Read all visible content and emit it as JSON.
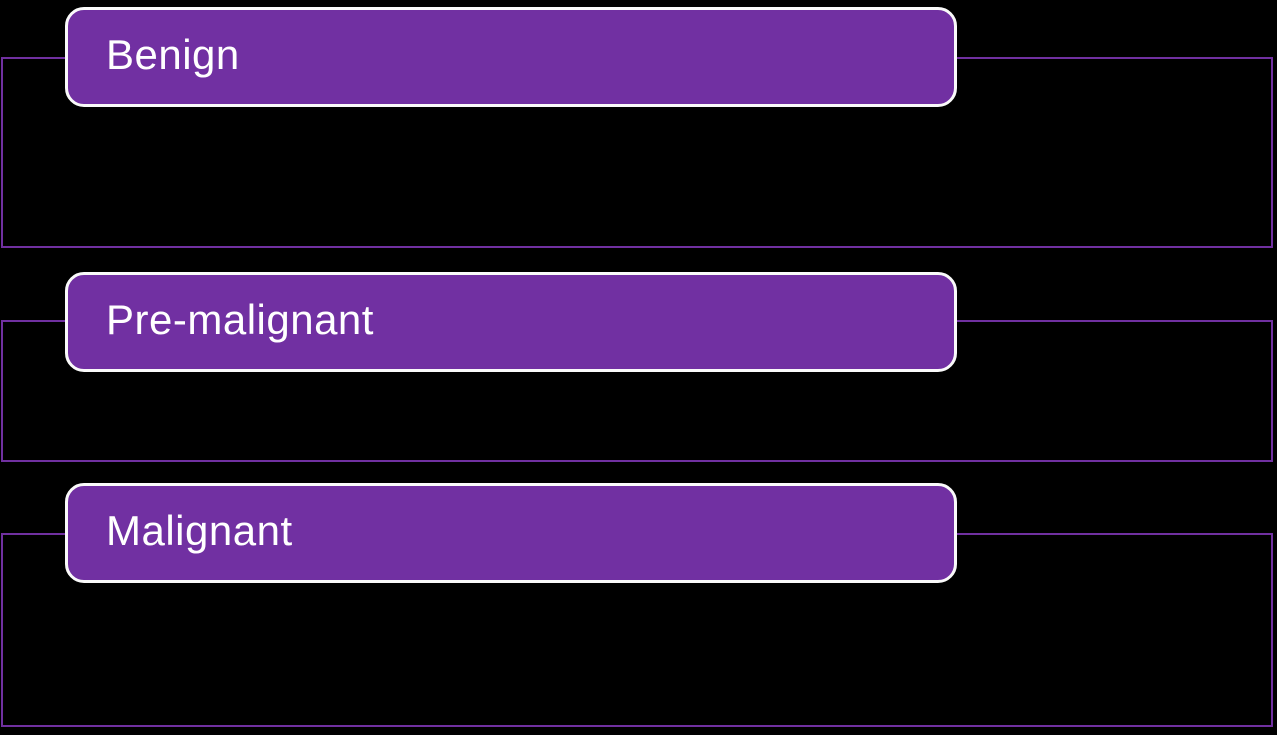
{
  "diagram": {
    "type": "vertical-box-list",
    "colors": {
      "background": "#000000",
      "accent_fill": "#7130A2",
      "outline": "#7030A0",
      "box_border": "#FAFAFA",
      "text": "#FFFFFF"
    },
    "sections": [
      {
        "label": "Benign"
      },
      {
        "label": "Pre-malignant"
      },
      {
        "label": "Malignant"
      }
    ]
  }
}
